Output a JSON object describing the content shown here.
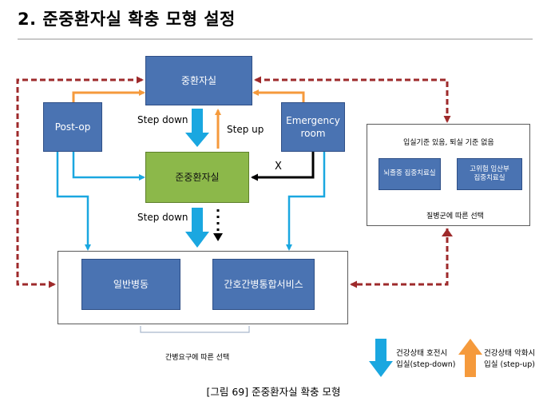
{
  "title": "2. 준중환자실 확충 모형 설정",
  "nodes": {
    "icu": "중환자실",
    "stepdown_unit": "준중환자실",
    "postop": "Post-op",
    "emergency": "Emergency\nroom",
    "general_ward": "일반병동",
    "nursing_service": "간호간병통합서비스",
    "neuro_icu": "뇌졸중 집중치료실",
    "high_risk_ob": "고위험 임산부\n집중치료실"
  },
  "labels": {
    "step_down_1": "Step down",
    "step_up": "Step up",
    "step_down_2": "Step down",
    "x_mark": "X",
    "admission_criteria": "입실기준 있음, 퇴실 기준 없음",
    "disease_choice": "질병군에 따른 선택",
    "care_choice": "간병요구에 따른 선택",
    "legend_down": "건강상태 호전시\n입실(step-down)",
    "legend_up": "건강상태 악화시\n입실 (step-up)"
  },
  "colors": {
    "box_blue": "#4a73b2",
    "box_green": "#8cb84a",
    "arrow_cyan": "#1aa7e0",
    "arrow_orange": "#f59a3c",
    "dashed_red": "#9e2a2b"
  },
  "caption": "[그림 69] 준중환자실 확충 모형"
}
